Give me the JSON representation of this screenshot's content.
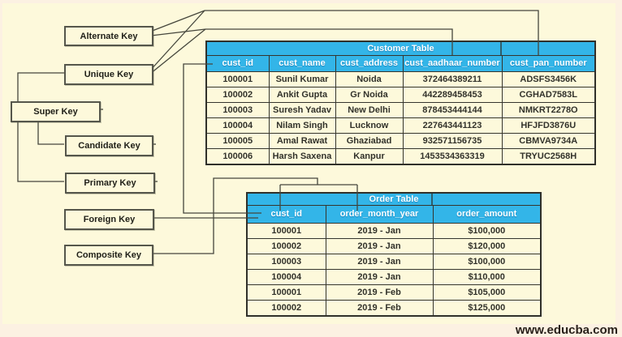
{
  "keys": {
    "items": [
      {
        "label": "Alternate Key"
      },
      {
        "label": "Unique Key"
      },
      {
        "label": "Super Key"
      },
      {
        "label": "Candidate Key"
      },
      {
        "label": "Primary Key"
      },
      {
        "label": "Foreign Key"
      },
      {
        "label": "Composite Key"
      }
    ]
  },
  "customer_table": {
    "title": "Customer Table",
    "columns": [
      "cust_id",
      "cust_name",
      "cust_address",
      "cust_aadhaar_number",
      "cust_pan_number"
    ],
    "rows": [
      [
        "100001",
        "Sunil Kumar",
        "Noida",
        "372464389211",
        "ADSFS3456K"
      ],
      [
        "100002",
        "Ankit Gupta",
        "Gr Noida",
        "442289458453",
        "CGHAD7583L"
      ],
      [
        "100003",
        "Suresh Yadav",
        "New Delhi",
        "878453444144",
        "NMKRT2278O"
      ],
      [
        "100004",
        "Nilam Singh",
        "Lucknow",
        "227643441123",
        "HFJFD3876U"
      ],
      [
        "100005",
        "Amal Rawat",
        "Ghaziabad",
        "932571156735",
        "CBMVA9734A"
      ],
      [
        "100006",
        "Harsh Saxena",
        "Kanpur",
        "1453534363319",
        "TRYUC2568H"
      ]
    ]
  },
  "order_table": {
    "title": "Order Table",
    "columns": [
      "cust_id",
      "order_month_year",
      "order_amount"
    ],
    "rows": [
      [
        "100001",
        "2019 - Jan",
        "$100,000"
      ],
      [
        "100002",
        "2019 - Jan",
        "$120,000"
      ],
      [
        "100003",
        "2019 - Jan",
        "$100,000"
      ],
      [
        "100004",
        "2019 - Jan",
        "$110,000"
      ],
      [
        "100001",
        "2019 - Feb",
        "$105,000"
      ],
      [
        "100002",
        "2019 - Feb",
        "$125,000"
      ]
    ]
  },
  "watermark": {
    "text": "www.educba.com"
  },
  "colors": {
    "background": "#FDF9DB",
    "frame": "#FCF1E2",
    "table_header": "#33B5E8",
    "table_border": "#30302A",
    "connector_line": "#45463C",
    "header_text": "#FFFFFF",
    "cell_text": "#32322B"
  }
}
